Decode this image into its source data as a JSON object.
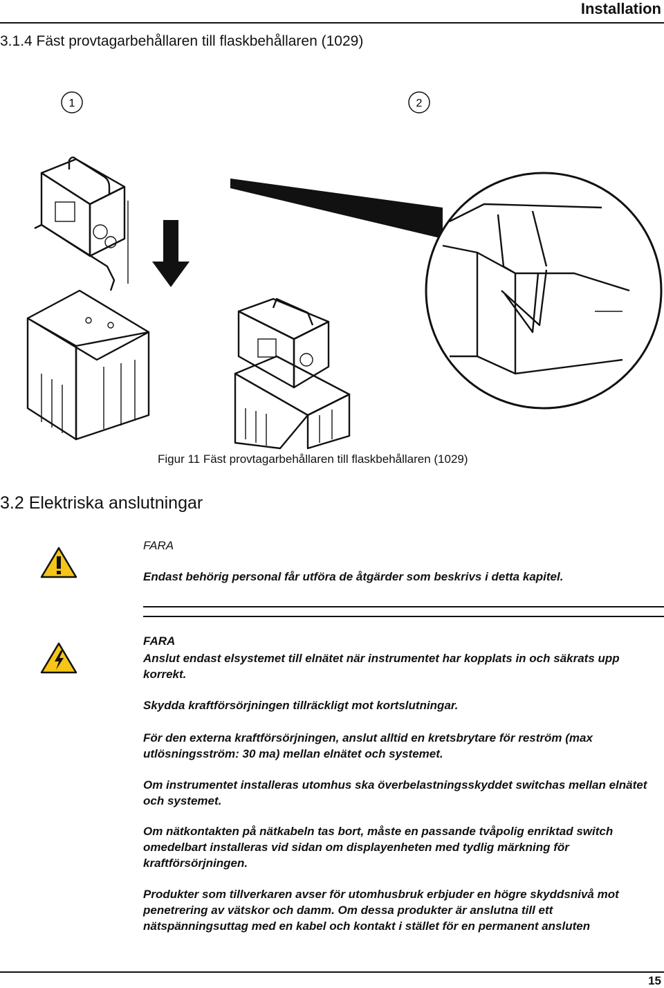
{
  "header": {
    "title": "Installation"
  },
  "section_314": {
    "title": "3.1.4 Fäst provtagarbehållaren till flaskbehållaren (1029)"
  },
  "figure": {
    "callouts": [
      "1",
      "2"
    ],
    "caption": "Figur 11 Fäst provtagarbehållaren till flaskbehållaren (1029)"
  },
  "section_32": {
    "title": "3.2 Elektriska anslutningar"
  },
  "warning1": {
    "label": "FARA",
    "text": "Endast behörig personal får utföra de åtgärder som beskrivs i detta kapitel.",
    "icon_color": "#f5c518"
  },
  "warning2": {
    "label": "FARA",
    "text": "Anslut endast elsystemet till elnätet när instrumentet har kopplats in och säkrats upp korrekt.",
    "paragraphs": [
      "Skydda kraftförsörjningen tillräckligt mot kortslutningar.",
      "För den externa kraftförsörjningen, anslut alltid en kretsbrytare för reström (max utlösningsström: 30 ma) mellan elnätet och systemet.",
      "Om instrumentet installeras utomhus ska överbelastningsskyddet switchas mellan elnätet och systemet.",
      "Om nätkontakten på nätkabeln tas bort, måste en passande tvåpolig enriktad switch omedelbart installeras vid sidan om displayenheten med tydlig märkning för kraftförsörjningen.",
      "Produkter som tillverkaren avser för utomhusbruk erbjuder en högre skyddsnivå mot penetrering av vätskor och damm. Om dessa produkter är anslutna till ett nätspänningsuttag med en kabel och kontakt i stället för en permanent ansluten"
    ]
  },
  "footer": {
    "page_number": "15"
  }
}
